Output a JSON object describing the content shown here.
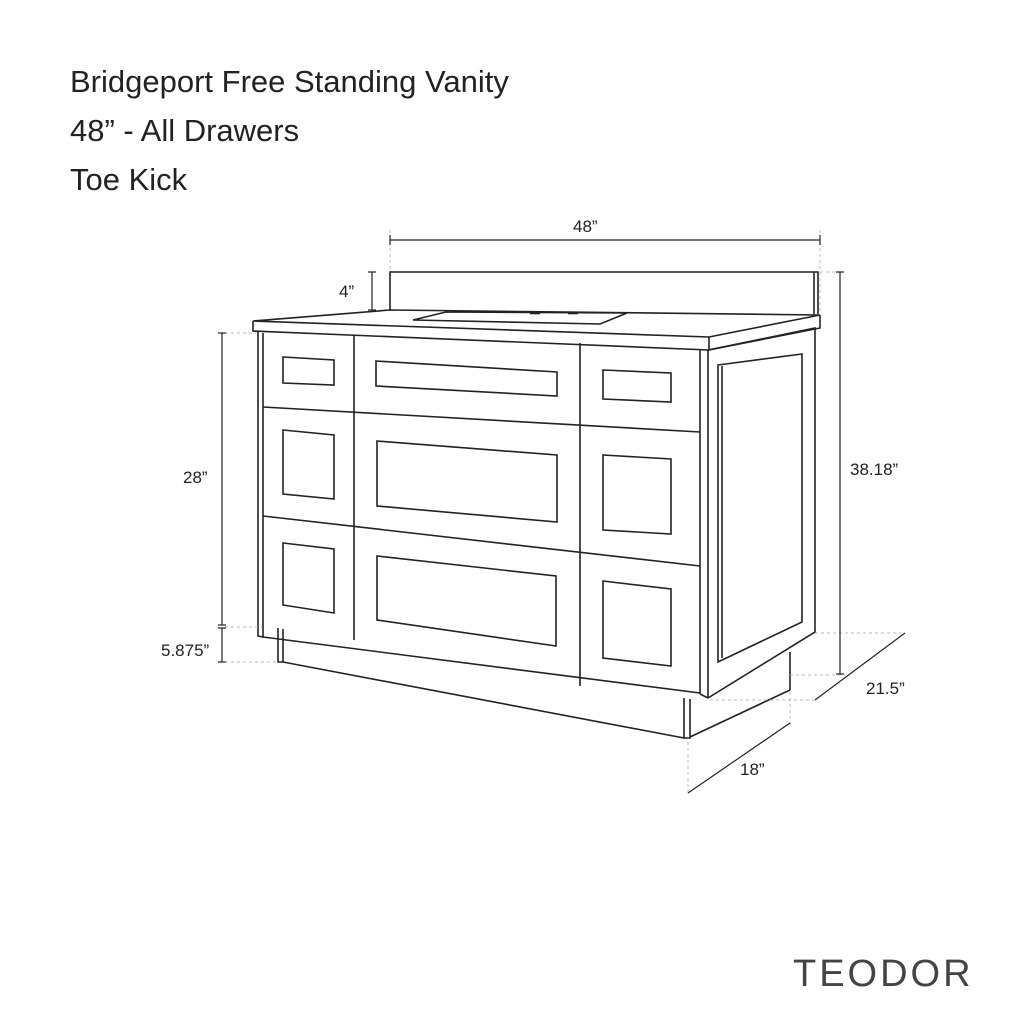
{
  "title": {
    "line1": "Bridgeport Free Standing Vanity",
    "line2": "48” - All Drawers",
    "line3": "Toe Kick"
  },
  "dimensions": {
    "width": "48”",
    "backsplash": "4”",
    "cabinet_height": "28”",
    "toe_kick": "5.875”",
    "total_height": "38.18”",
    "top_depth": "21.5”",
    "cabinet_depth": "18”"
  },
  "brand": "TEODOR",
  "colors": {
    "line": "#222222",
    "dimension_guide": "#bbbbbb"
  }
}
